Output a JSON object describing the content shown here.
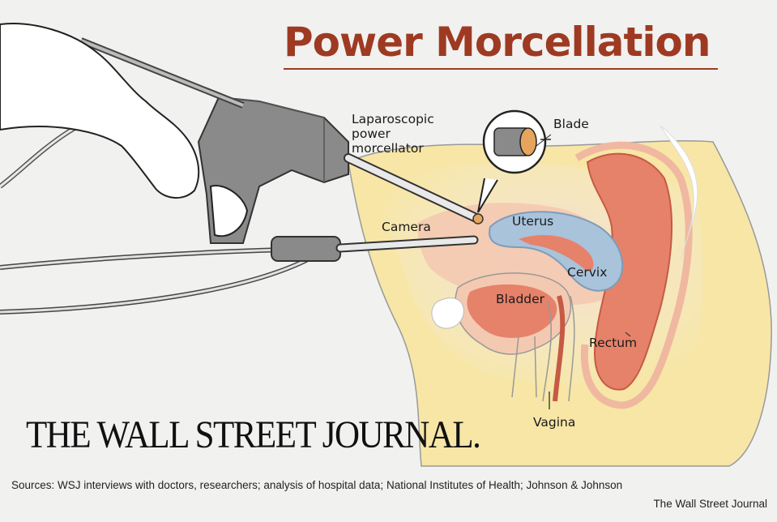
{
  "title": "Power Morcellation",
  "labels": {
    "morcellator": "Laparoscopic\npower\nmorcellator",
    "blade": "Blade",
    "camera": "Camera",
    "uterus": "Uterus",
    "cervix": "Cervix",
    "bladder": "Bladder",
    "rectum": "Rectum",
    "vagina": "Vagina"
  },
  "logo_text": "THE WALL STREET JOURNAL.",
  "sources": "Sources: WSJ interviews with doctors, researchers;  analysis of hospital data; National Institutes of Health;  Johnson & Johnson",
  "credit": "The Wall Street Journal",
  "colors": {
    "title": "#9e3a22",
    "uterus": "#a9c3db",
    "flesh": "#f3c6a8",
    "organ": "#e6826a",
    "fat": "#f7e6a6",
    "device": "#8a8a8a"
  }
}
